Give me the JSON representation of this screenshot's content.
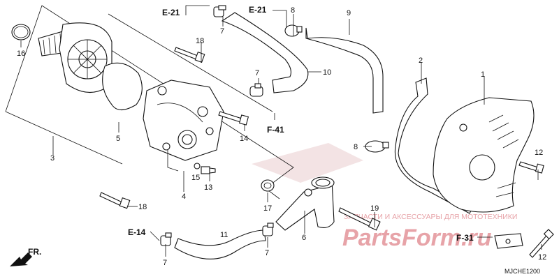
{
  "diagram_code": "MJCHE1200",
  "direction_marker": "FR.",
  "watermark": {
    "tagline": "ЗАПЧАСТИ И АКСЕССУАРЫ ДЛЯ МОТОТЕХНИКИ",
    "brand": "PartsForm.ru"
  },
  "refs": {
    "e21a": "E-21",
    "e21b": "E-21",
    "e14": "E-14",
    "f41": "F-41",
    "f31": "F-31"
  },
  "callouts": {
    "n1": "1",
    "n2": "2",
    "n3": "3",
    "n4": "4",
    "n5": "5",
    "n6": "6",
    "n7a": "7",
    "n7b": "7",
    "n7c": "7",
    "n7d": "7",
    "n8a": "8",
    "n8b": "8",
    "n9": "9",
    "n10": "10",
    "n11": "11",
    "n12a": "12",
    "n12b": "12",
    "n13": "13",
    "n14": "14",
    "n15": "15",
    "n16": "16",
    "n17": "17",
    "n18a": "18",
    "n18b": "18",
    "n19": "19"
  }
}
